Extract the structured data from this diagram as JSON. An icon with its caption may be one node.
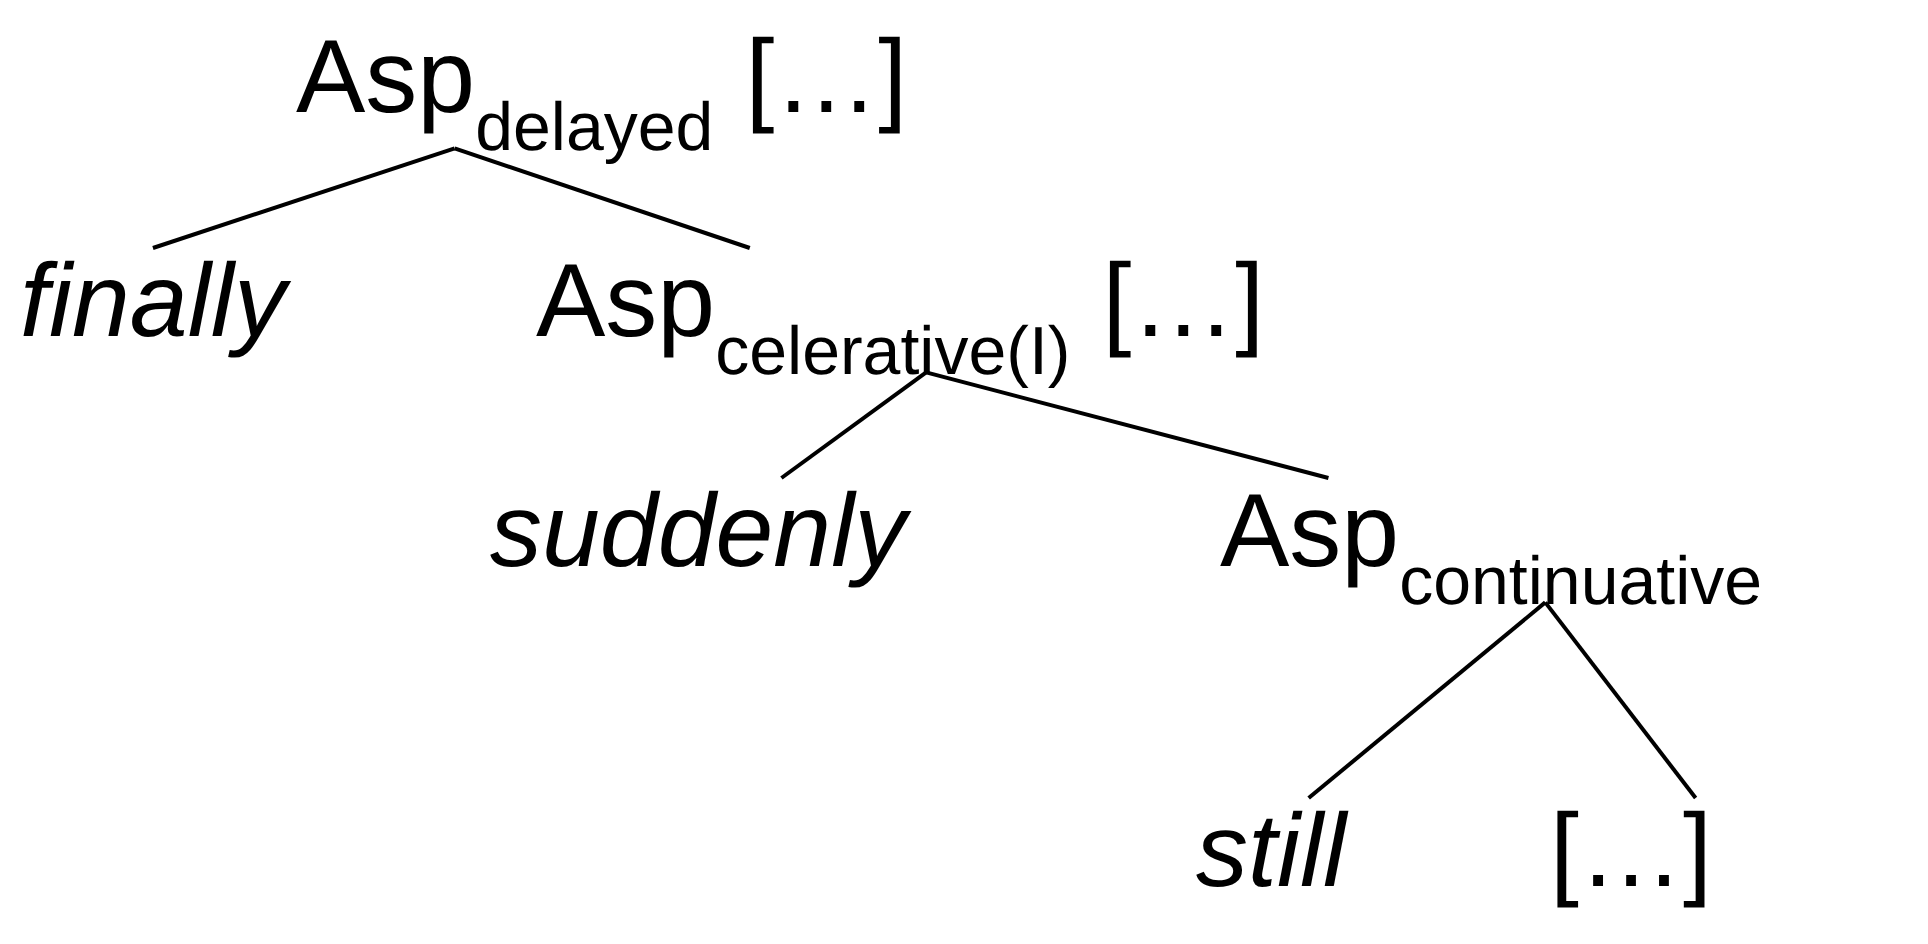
{
  "diagram": {
    "nodes": [
      {
        "text": [
          "Asp$_{delayed}$"
        ],
        "beside": [
          "[…]"
        ]
      },
      {
        "text": [
          "finally"
        ]
      },
      {
        "text": [
          "Asp$_{celerative(I)}$"
        ],
        "beside": [
          "[…]"
        ]
      },
      {
        "text": [
          "suddenly"
        ]
      },
      {
        "text": [
          "Asp$_{continuative}$"
        ]
      },
      {
        "text": [
          "still"
        ]
      },
      {
        "text": [
          "[…]"
        ]
      }
    ],
    "edges": [
      {
        "from": 0,
        "to": 1,
        "arrow": "none"
      },
      {
        "from": 0,
        "to": 2,
        "arrow": "none"
      },
      {
        "from": 2,
        "to": 3,
        "arrow": "none"
      },
      {
        "from": 2,
        "to": 4,
        "arrow": "none"
      },
      {
        "from": 4,
        "to": 5,
        "arrow": "none"
      },
      {
        "from": 4,
        "to": 6,
        "arrow": "none"
      }
    ]
  }
}
